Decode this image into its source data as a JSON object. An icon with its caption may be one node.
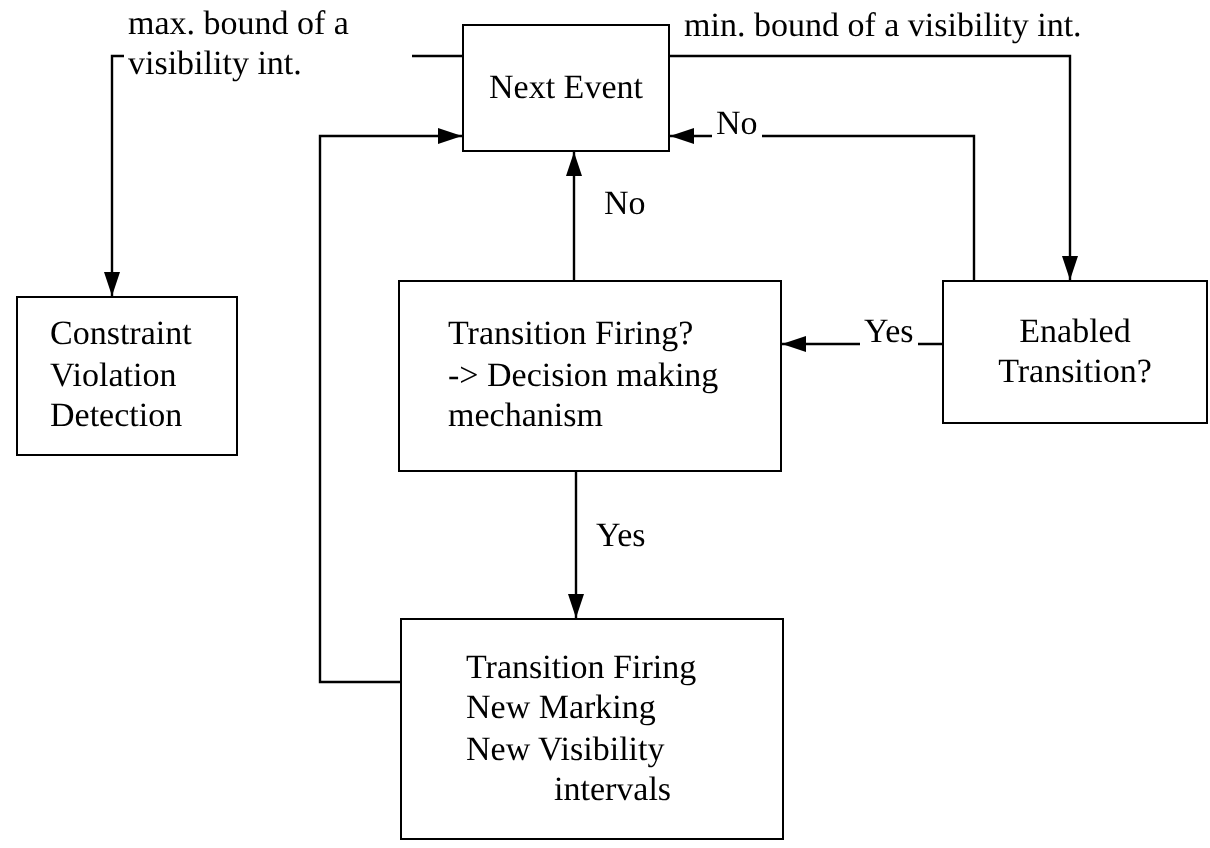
{
  "diagram": {
    "nodes": [
      {
        "text": [
          "Next Event"
        ]
      },
      {
        "text": [
          "Constraint Violation Detection"
        ]
      },
      {
        "text": [
          "Transition Firing?",
          "-> Decision making mechanism"
        ]
      },
      {
        "text": [
          "Enabled Transition?"
        ]
      },
      {
        "text": [
          "Transition Firing",
          "New Marking",
          "New Visibility intervals"
        ]
      }
    ],
    "edges": [
      {
        "from": 0,
        "to": 1,
        "arrow": "to",
        "label": "max. bound of a visibility int."
      },
      {
        "from": 0,
        "to": 3,
        "arrow": "to",
        "label": "min. bound of a visibility int."
      },
      {
        "from": 3,
        "to": 0,
        "arrow": "to",
        "label": "No"
      },
      {
        "from": 3,
        "to": 2,
        "arrow": "to",
        "label": "Yes"
      },
      {
        "from": 2,
        "to": 0,
        "arrow": "to",
        "label": "No"
      },
      {
        "from": 2,
        "to": 4,
        "arrow": "to",
        "label": "Yes"
      },
      {
        "from": 4,
        "to": 0,
        "arrow": "to"
      }
    ]
  }
}
